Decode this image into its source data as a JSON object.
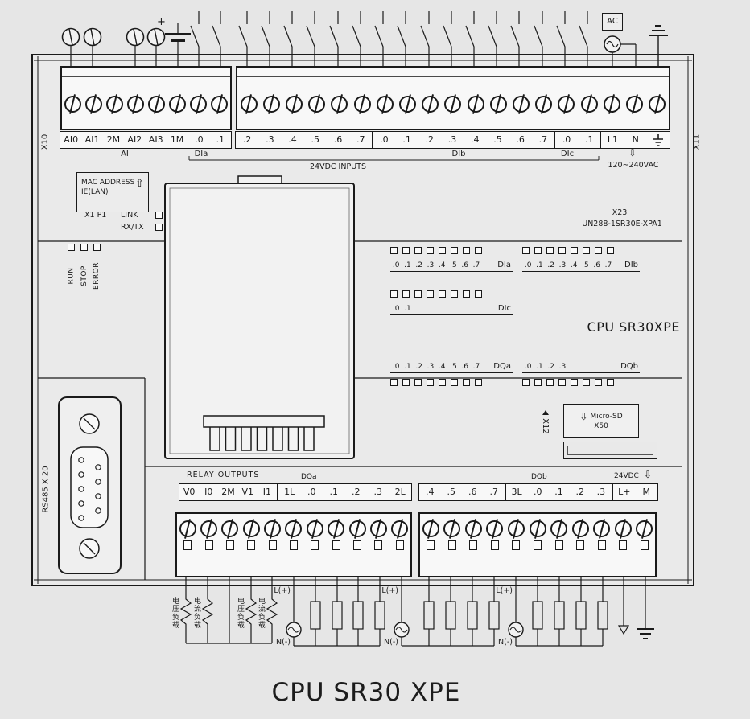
{
  "colors": {
    "background": "#e6e6e6",
    "line": "#1a1a1a",
    "panel": "#f8f8f8"
  },
  "title": "CPU SR30 XPE",
  "icons": {
    "up_arrow": "⇧",
    "down_arrow": "⇩"
  },
  "top_wiring": {
    "plus": "+",
    "ac": "AC"
  },
  "side_labels": {
    "x10": "X10",
    "x11": "X11",
    "rs485": "RS485 X 20",
    "x12": "X12"
  },
  "ids": {
    "x23": "X23",
    "model_code": "UN288-1SR30E-XPA1"
  },
  "top_terminals": {
    "left_cell_count": 8,
    "right_cell_count": 19,
    "ai_labels": [
      "AI0",
      "AI1",
      "2M",
      "AI2",
      "AI3",
      "1M"
    ],
    "dia_left_labels": [
      ".0",
      ".1"
    ],
    "dia_right_labels": [
      ".2",
      ".3",
      ".4",
      ".5",
      ".6",
      ".7"
    ],
    "dib_labels": [
      ".0",
      ".1",
      ".2",
      ".3",
      ".4",
      ".5",
      ".6",
      ".7"
    ],
    "dic_labels": [
      ".0",
      ".1"
    ],
    "power_labels": [
      "L1",
      "N"
    ],
    "group_ai": "AI",
    "group_dia": "DIa",
    "group_dib": "DIb",
    "group_dic": "DIc",
    "inputs_caption": "24VDC INPUTS",
    "power_caption": "120~240VAC"
  },
  "port_area": {
    "mac_line1": "MAC ADDRESS",
    "mac_line2": "IE(LAN)",
    "x1p1": "X1 P1",
    "link": "LINK",
    "rxtx": "RX/TX"
  },
  "status_leds": [
    "RUN",
    "STOP",
    "ERROR"
  ],
  "led_panel": {
    "row_dia": {
      "labels": [
        ".0",
        ".1",
        ".2",
        ".3",
        ".4",
        ".5",
        ".6",
        ".7"
      ],
      "name": "DIa",
      "cell_count": 8
    },
    "row_dib": {
      "labels": [
        ".0",
        ".1",
        ".2",
        ".3",
        ".4",
        ".5",
        ".6",
        ".7"
      ],
      "name": "DIb",
      "cell_count": 8
    },
    "row_dic": {
      "labels": [
        ".0",
        ".1",
        "",
        "",
        "",
        "",
        "",
        ""
      ],
      "name": "DIc",
      "cell_count": 8
    },
    "row_dqa": {
      "labels": [
        ".0",
        ".1",
        ".2",
        ".3",
        ".4",
        ".5",
        ".6",
        ".7"
      ],
      "name": "DQa",
      "cell_count": 8
    },
    "row_dqb": {
      "labels": [
        ".0",
        ".1",
        ".2",
        ".3",
        "",
        "",
        "",
        ""
      ],
      "name": "DQb",
      "cell_count": 8
    }
  },
  "cpu_model": "CPU  SR30XPE",
  "microsd": {
    "line1": "Micro-SD",
    "line2": "X50"
  },
  "bottom_terminals": {
    "relay_caption": "RELAY   OUTPUTS",
    "group1_labels": [
      "V0",
      "I0",
      "2M",
      "V1",
      "I1"
    ],
    "group2_labels": [
      "1L",
      ".0",
      ".1",
      ".2",
      ".3",
      "2L"
    ],
    "group3_labels": [
      ".4",
      ".5",
      ".6",
      ".7"
    ],
    "group4_labels": [
      "3L",
      ".0",
      ".1",
      ".2",
      ".3"
    ],
    "group5_labels": [
      "L+",
      "M"
    ],
    "dqa_caption": "DQa",
    "dqb_caption": "DQb",
    "vdc_caption": "24VDC",
    "left_cell_count": 11,
    "right_cell_count": 11
  },
  "bottom_wiring": {
    "load_labels": [
      "电压负载",
      "电流负载",
      "电压负载",
      "电流负载"
    ],
    "line_plus": "L(+)",
    "line_minus": "N(-)"
  }
}
